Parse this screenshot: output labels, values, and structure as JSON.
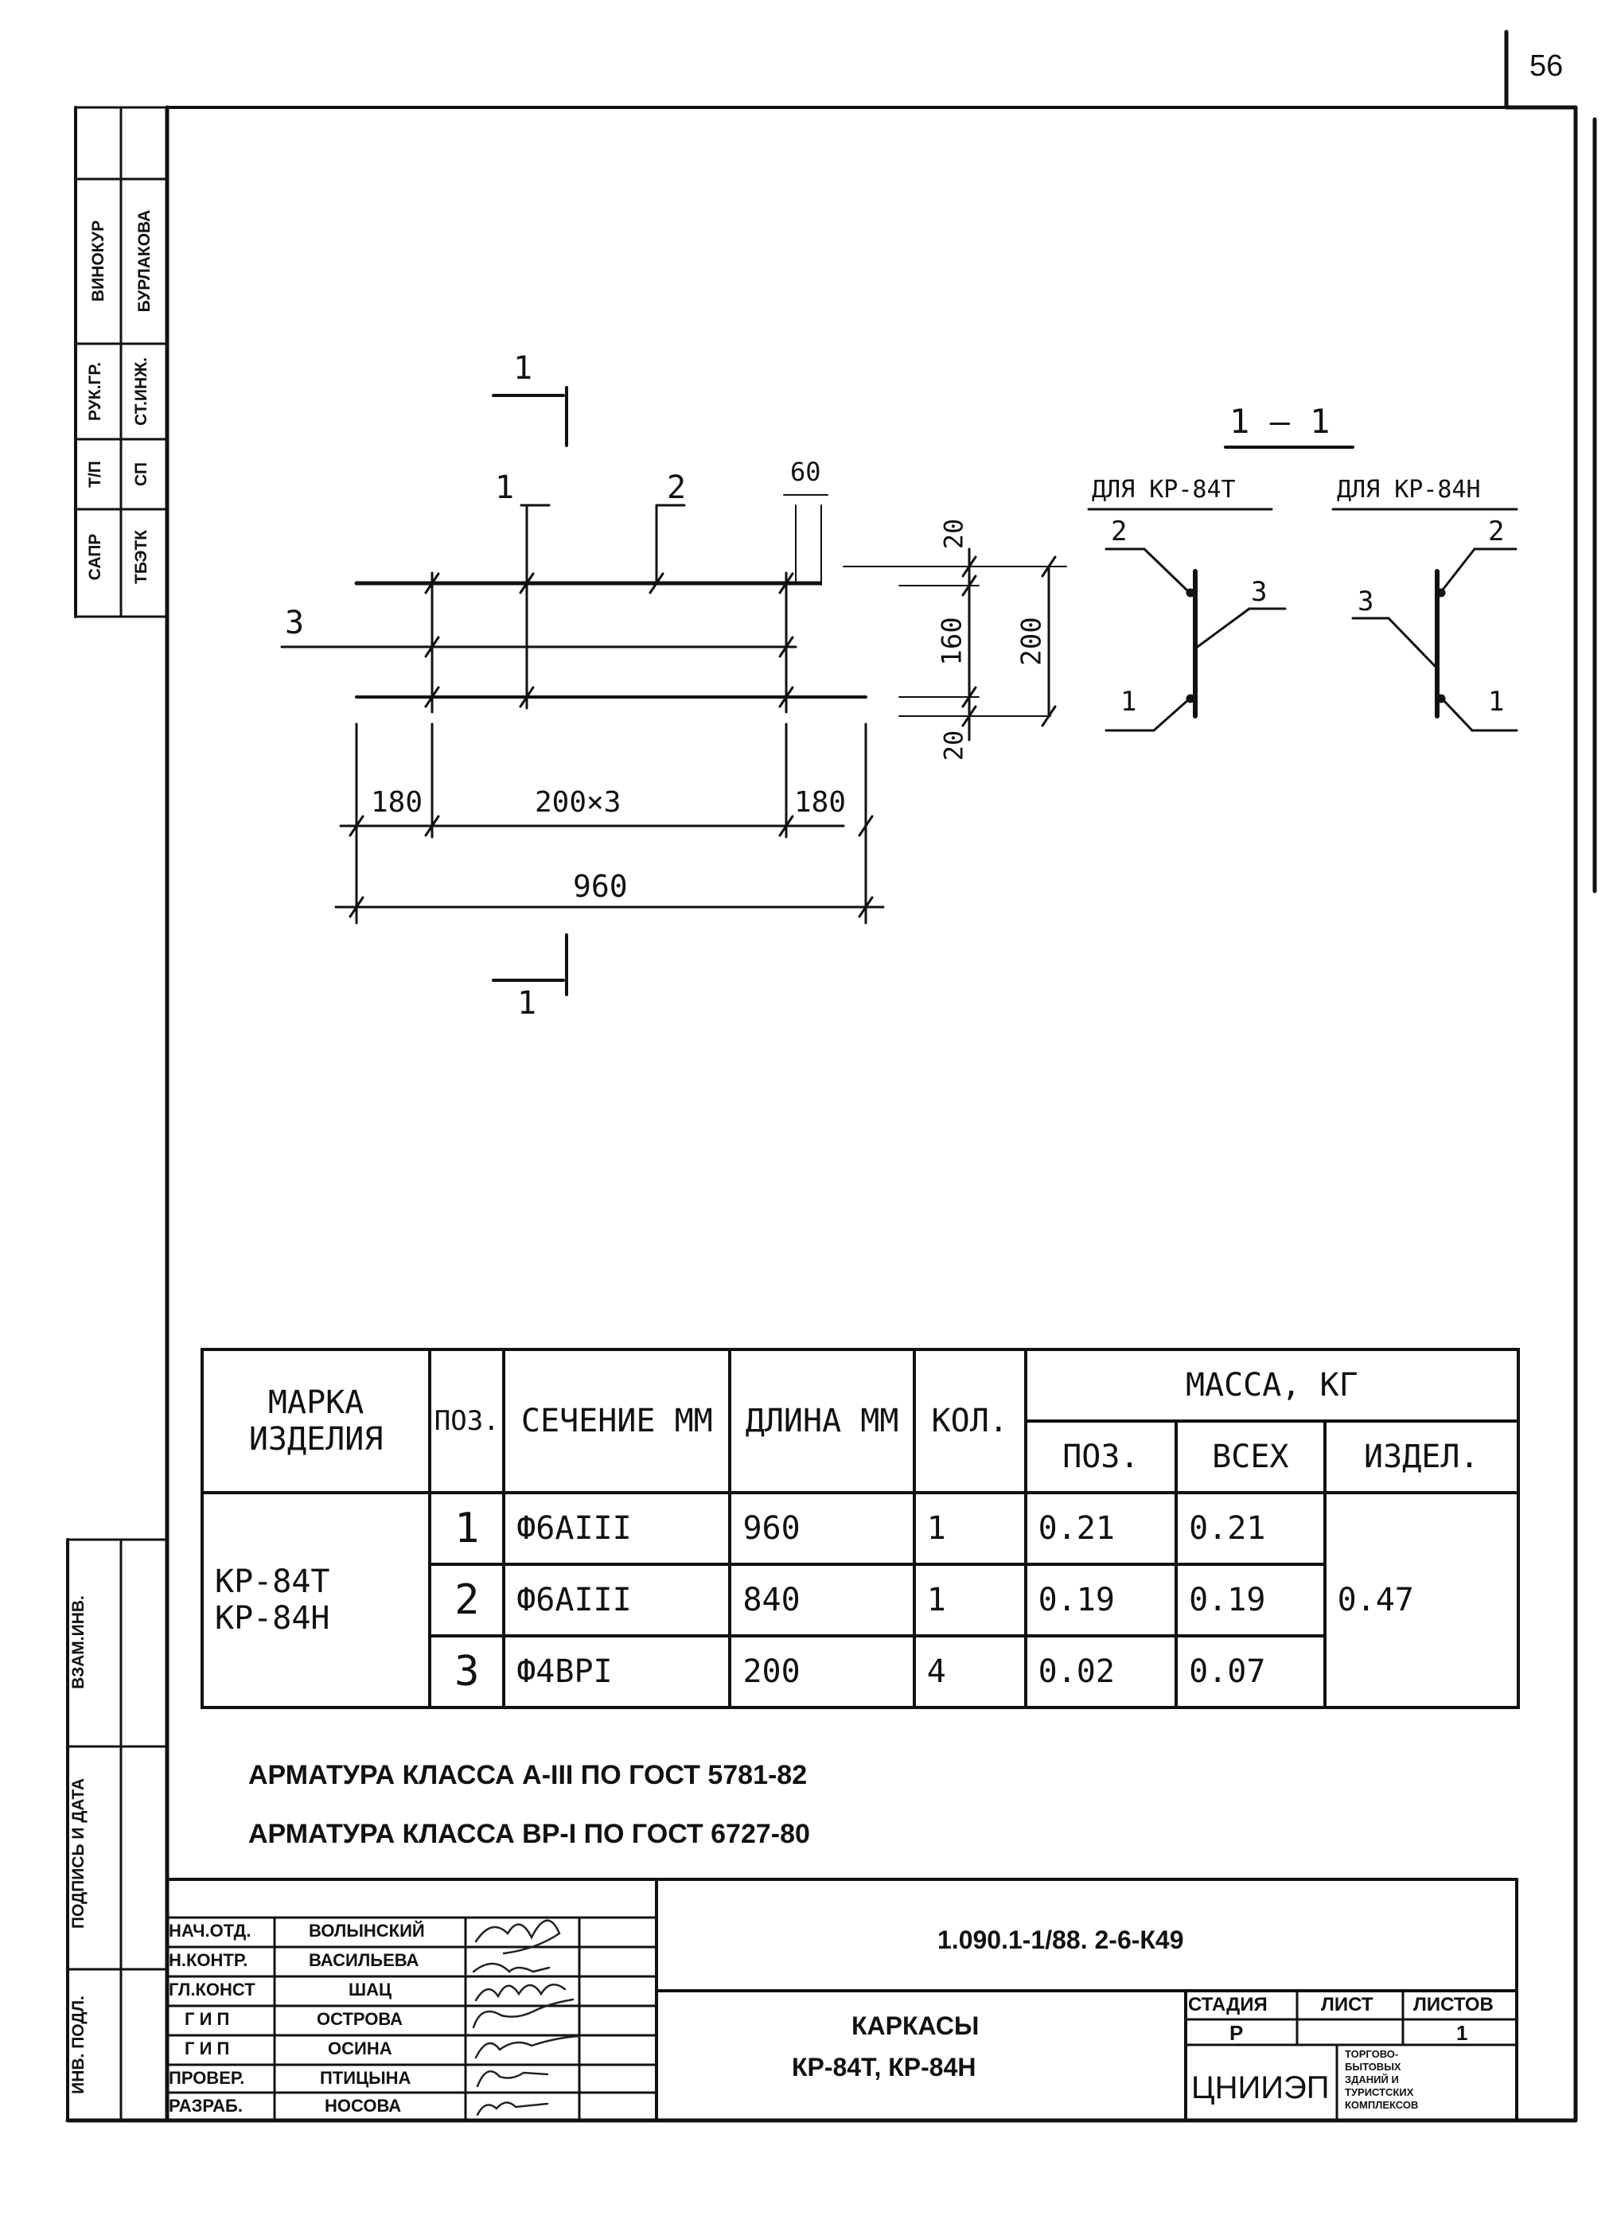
{
  "page_number": "56",
  "side_stamp": {
    "top": [
      {
        "role": "САПР",
        "name": "ТБЭТК"
      },
      {
        "role": "Т/П",
        "name": "СП"
      },
      {
        "role": "РУК.ГР.",
        "name": "СТ.ИНЖ."
      },
      {
        "role": "ВИНОКУР",
        "name": "БУРЛАКОВА"
      }
    ],
    "bottom": [
      "ВЗАМ.ИНВ.",
      "ПОДПИСЬ И ДАТА",
      "ИНВ. ПОДЛ."
    ]
  },
  "plan": {
    "section_mark": "1",
    "pos_labels": [
      "1",
      "2",
      "3"
    ],
    "dim_60": "60",
    "dim_180_left": "180",
    "dim_200x3": "200×3",
    "dim_180_right": "180",
    "dim_960": "960",
    "dim_20_top": "20",
    "dim_160": "160",
    "dim_200": "200",
    "dim_20_bottom": "20"
  },
  "section": {
    "title": "1 — 1",
    "left_caption": "ДЛЯ КР-84Т",
    "right_caption": "ДЛЯ КР-84Н",
    "left_labels": [
      "2",
      "3",
      "1"
    ],
    "right_labels": [
      "2",
      "3",
      "1"
    ]
  },
  "spec_table": {
    "headers": {
      "mark": "МАРКА ИЗДЕЛИЯ",
      "pos": "ПОЗ.",
      "section": "СЕЧЕНИЕ ММ",
      "length": "ДЛИНА ММ",
      "qty": "КОЛ.",
      "mass": "МАССА, КГ",
      "mass_pos": "ПОЗ.",
      "mass_all": "ВСЕХ",
      "mass_item": "ИЗДЕЛ."
    },
    "mark_line1": "КР-84Т",
    "mark_line2": "КР-84Н",
    "item_mass": "0.47",
    "rows": [
      {
        "pos": "1",
        "section": "Ф6АIII",
        "length": "960",
        "qty": "1",
        "mass_pos": "0.21",
        "mass_all": "0.21"
      },
      {
        "pos": "2",
        "section": "Ф6АIII",
        "length": "840",
        "qty": "1",
        "mass_pos": "0.19",
        "mass_all": "0.19"
      },
      {
        "pos": "3",
        "section": "Ф4ВРI",
        "length": "200",
        "qty": "4",
        "mass_pos": "0.02",
        "mass_all": "0.07"
      }
    ]
  },
  "notes": [
    "АРМАТУРА КЛАССА А-III ПО ГОСТ 5781-82",
    "АРМАТУРА КЛАССА ВР-I ПО ГОСТ 6727-80"
  ],
  "title_block": {
    "doc_code": "1.090.1-1/88. 2-6-К49",
    "title_line1": "КАРКАСЫ",
    "title_line2": "КР-84Т, КР-84Н",
    "org": "ЦНИИЭП",
    "org_sub": [
      "ТОРГОВО-",
      "БЫТОВЫХ",
      "ЗДАНИЙ И",
      "ТУРИСТСКИХ",
      "КОМПЛЕКСОВ"
    ],
    "stage_header": "СТАДИЯ",
    "sheet_header": "ЛИСТ",
    "sheets_header": "ЛИСТОВ",
    "stage_value": "Р",
    "sheet_value": "",
    "sheets_value": "1",
    "people": [
      {
        "role": "НАЧ.ОТД.",
        "name": "ВОЛЫНСКИЙ"
      },
      {
        "role": "Н.КОНТР.",
        "name": "ВАСИЛЬЕВА"
      },
      {
        "role": "ГЛ.КОНСТ",
        "name": "ШАЦ"
      },
      {
        "role": "Г И П",
        "name": "ОСТРОВА"
      },
      {
        "role": "Г И П",
        "name": "ОСИНА"
      },
      {
        "role": "ПРОВЕР.",
        "name": "ПТИЦЫНА"
      },
      {
        "role": "РАЗРАБ.",
        "name": "НОСОВА"
      }
    ]
  }
}
